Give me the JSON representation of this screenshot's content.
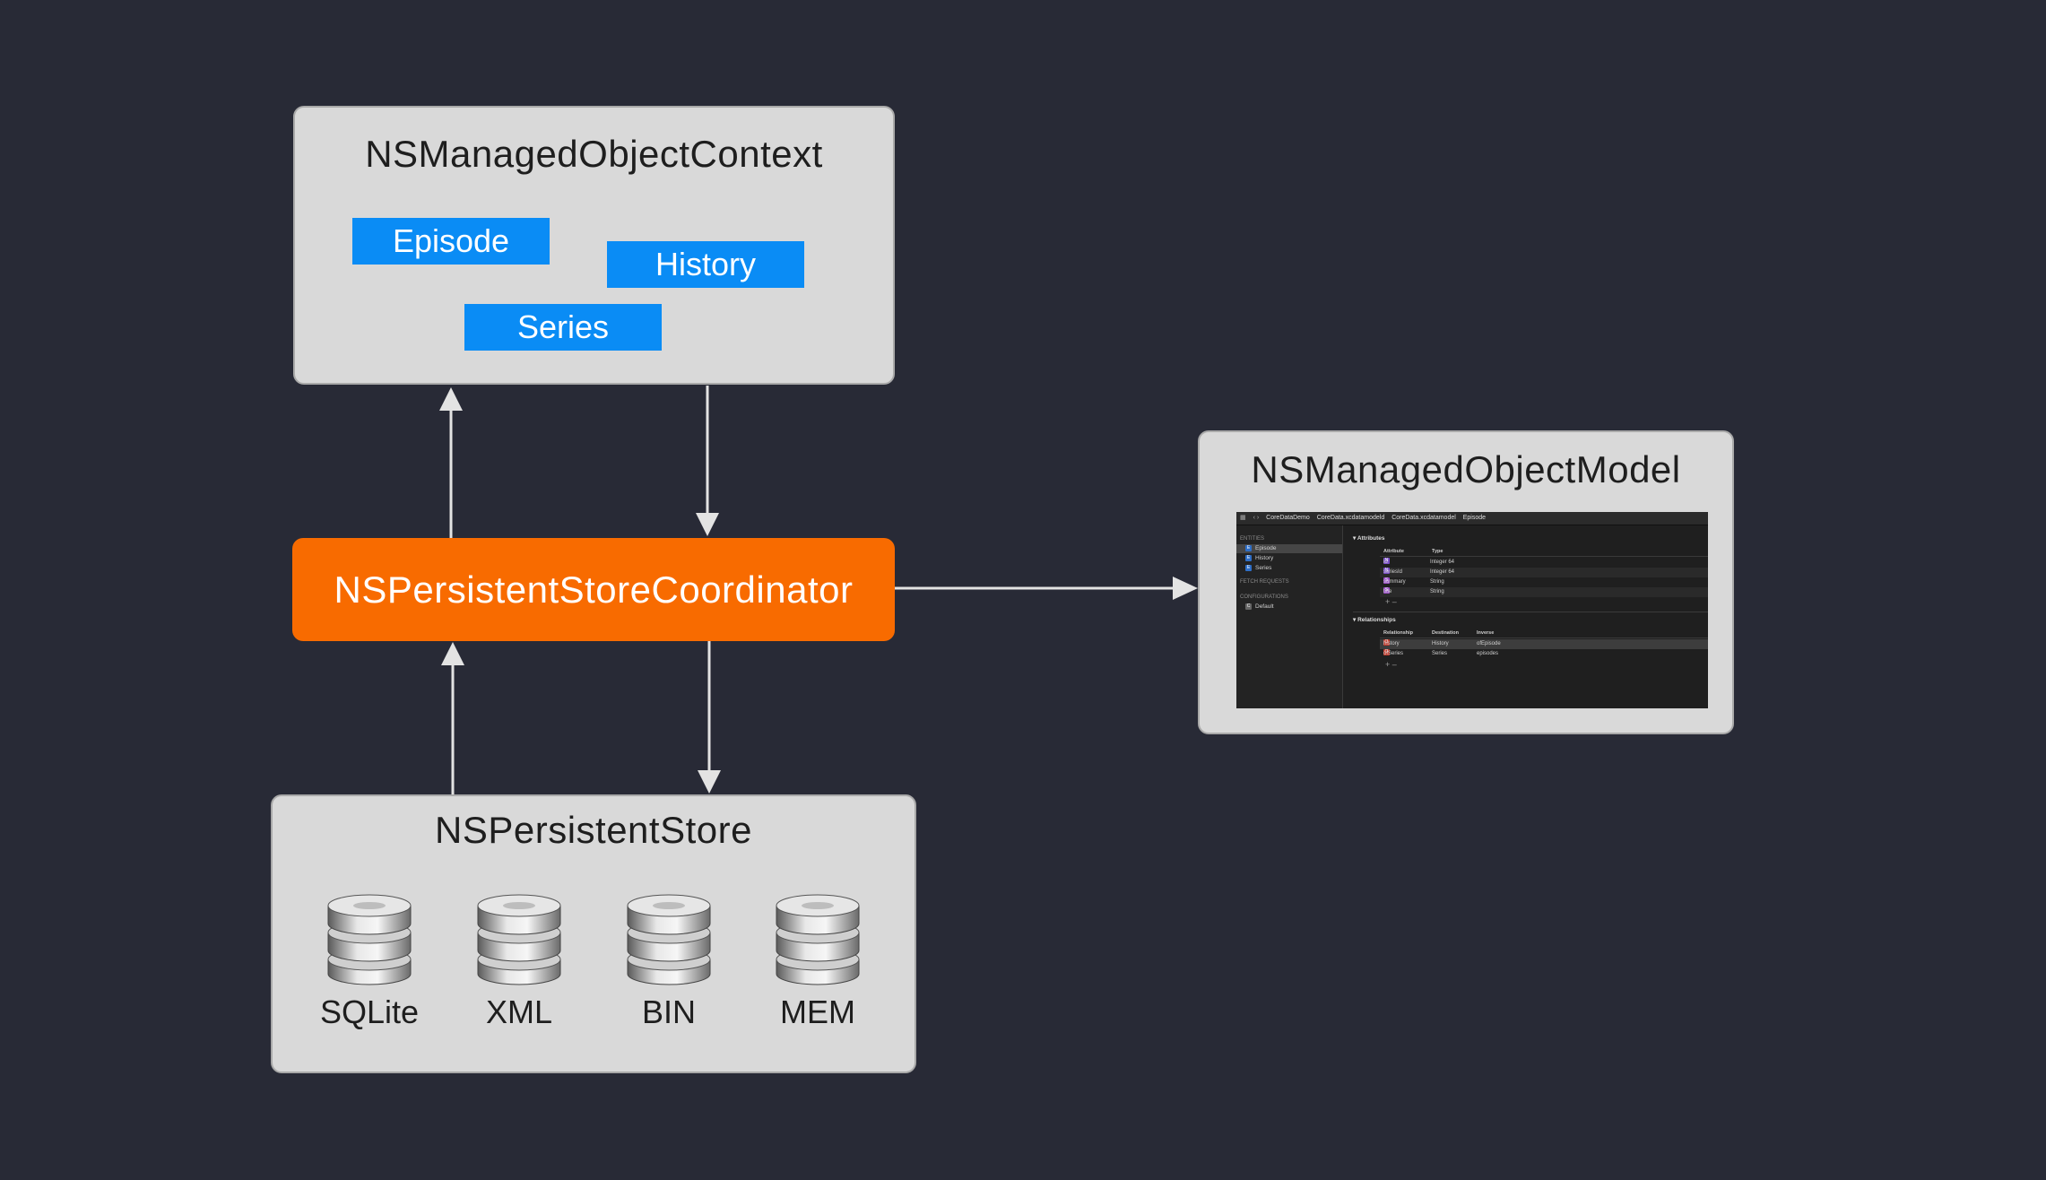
{
  "context": {
    "title": "NSManagedObjectContext",
    "entities": [
      "Episode",
      "History",
      "Series"
    ]
  },
  "coordinator": {
    "label": "NSPersistentStoreCoordinator"
  },
  "model": {
    "title": "NSManagedObjectModel",
    "xcode": {
      "breadcrumb": [
        "CoreDataDemo",
        "CoreData.xcdatamodeld",
        "CoreData.xcdatamodel",
        "Episode"
      ],
      "sections": {
        "entities": "ENTITIES",
        "fetch_requests": "FETCH REQUESTS",
        "configurations": "CONFIGURATIONS"
      },
      "entities": [
        {
          "badge": "E",
          "name": "Episode"
        },
        {
          "badge": "E",
          "name": "History"
        },
        {
          "badge": "E",
          "name": "Series"
        }
      ],
      "configuration": {
        "badge": "C",
        "name": "Default"
      },
      "attributes_header": "Attributes",
      "attribute_columns": [
        "Attribute",
        "Type"
      ],
      "attributes": [
        {
          "badge": "N",
          "name": "id",
          "type": "Integer 64"
        },
        {
          "badge": "N",
          "name": "seriesId",
          "type": "Integer 64"
        },
        {
          "badge": "S",
          "name": "summary",
          "type": "String"
        },
        {
          "badge": "S",
          "name": "title",
          "type": "String"
        }
      ],
      "relationships_header": "Relationships",
      "relationship_columns": [
        "Relationship",
        "Destination",
        "Inverse"
      ],
      "relationships": [
        {
          "badge": "O",
          "name": "history",
          "destination": "History",
          "inverse": "ofEpisode"
        },
        {
          "badge": "O",
          "name": "ofSeries",
          "destination": "Series",
          "inverse": "episodes"
        }
      ],
      "add_symbol": "+",
      "remove_symbol": "–"
    }
  },
  "store": {
    "title": "NSPersistentStore",
    "types": [
      "SQLite",
      "XML",
      "BIN",
      "MEM"
    ]
  },
  "colors": {
    "background": "#282a36",
    "box": "#d9d9d9",
    "entity": "#0a8cf5",
    "coordinator": "#f86b00",
    "arrow": "#e3e3e3"
  }
}
